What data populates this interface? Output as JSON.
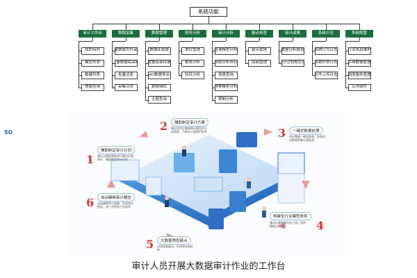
{
  "org_chart": {
    "root": "系统功能",
    "categories": [
      {
        "label": "审计工作台",
        "items": [
          "我的待办",
          "模型列表",
          "数据列表",
          "快捷查询"
        ]
      },
      {
        "label": "数据采集",
        "items": [
          "批量数据文件采集",
          "批量数据库采集",
          "批量还原",
          "采集日志"
        ]
      },
      {
        "label": "数据管理",
        "items": [
          "数据库管理",
          "数据资源目录",
          "AO数据导出",
          "数据授权",
          "主题查询"
        ]
      },
      {
        "label": "财务分析",
        "items": [
          "单位管理",
          "账表分析",
          "科目分析"
        ]
      },
      {
        "label": "审计分析",
        "items": [
          "查询模型分析",
          "自助分析SQL",
          "场景查询",
          "预警模型分析",
          "预制分析"
        ]
      },
      {
        "label": "疑点核查",
        "items": [
          "疑点管理",
          "底稿管理"
        ]
      },
      {
        "label": "审计成果",
        "items": [
          "数据分析报告",
          "审计过程知识库"
        ]
      },
      {
        "label": "系统日志",
        "items": [
          "系统行为日志",
          "系统异常日志",
          "文件上传日志"
        ]
      },
      {
        "label": "系统配置",
        "items": [
          "行业信息维护",
          "字典数据管理",
          "调度服务管理",
          "公共组件"
        ]
      }
    ]
  },
  "illustration": {
    "steps": [
      {
        "num": "1",
        "title": "辅助制定审计计划",
        "desc": "通过大数据筛查进行疑点全量审计，辅助制定审计计划"
      },
      {
        "num": "2",
        "title": "辅助制定审计方案",
        "desc": "通过应用大数据审计模型的分析结果，为审计方案提供参考"
      },
      {
        "num": "3",
        "title": "一键式数据处理",
        "desc": "审计数据一键式处理，快速完成数据采集与预处理"
      },
      {
        "num": "4",
        "title": "构建全行业模型体系",
        "desc": "集成丰富数据分析工具，提供数据分析服务"
      },
      {
        "num": "5",
        "title": "大数据筛查疑点",
        "desc": "自动核查疑点，形成审计取证单"
      },
      {
        "num": "6",
        "title": "自动编制审计报告",
        "desc": "自动编制审计底稿，形成审计报告，进一步提高工作效率"
      }
    ],
    "logo": "5G"
  },
  "caption": "审计人员开展大数据审计作业的工作台"
}
